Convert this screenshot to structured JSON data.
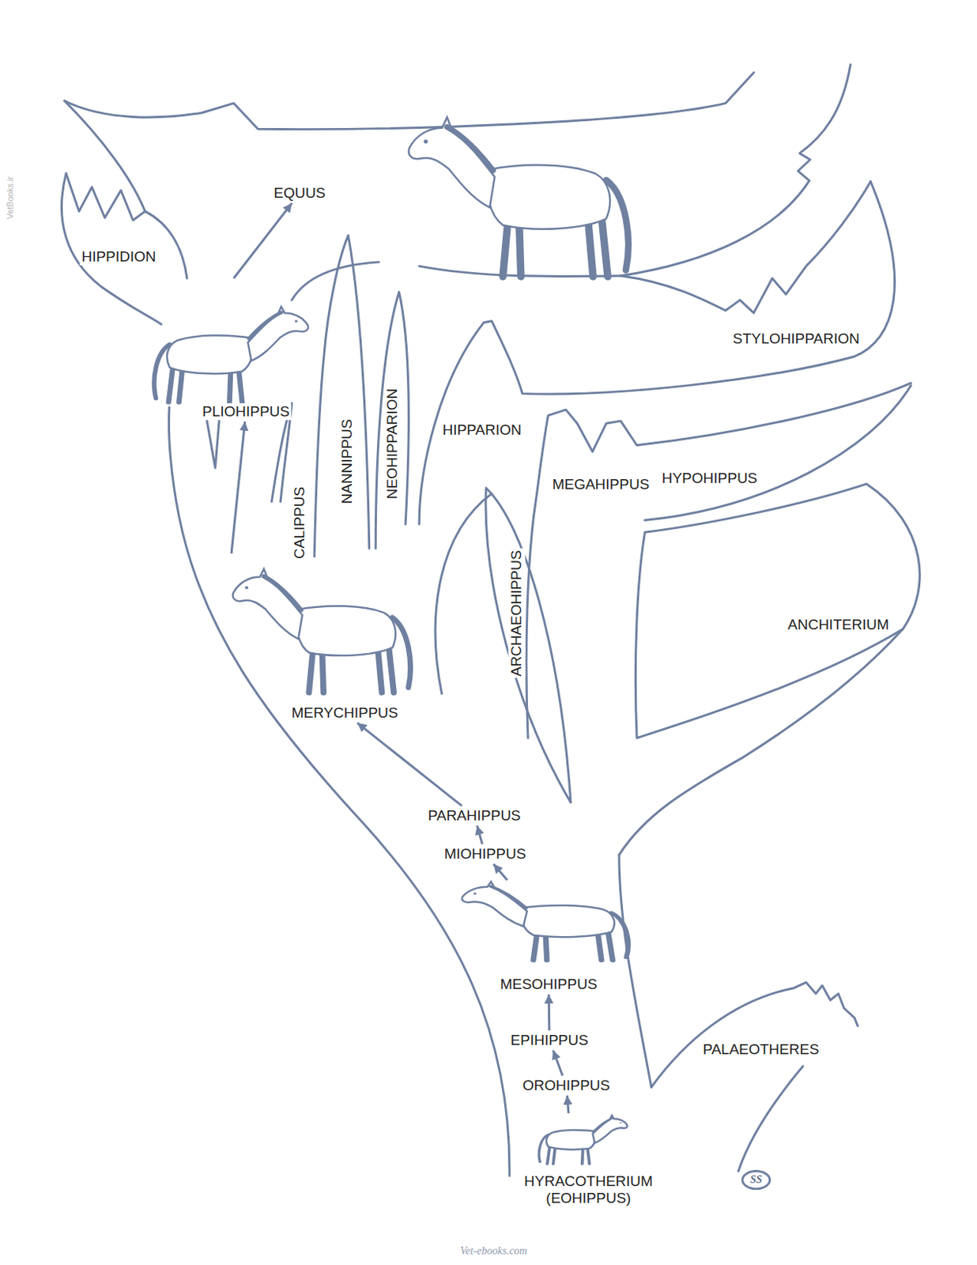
{
  "diagram": {
    "nodes": [
      {
        "text": [
          "EQUUS"
        ]
      },
      {
        "text": [
          "HIPPIDION"
        ]
      },
      {
        "text": [
          "STYLOHIPPARION"
        ]
      },
      {
        "text": [
          "PLIOHIPPUS"
        ]
      },
      {
        "text": [
          "HIPPARION"
        ]
      },
      {
        "text": [
          "NANNIPPUS"
        ]
      },
      {
        "text": [
          "NEOHIPPARION"
        ]
      },
      {
        "text": [
          "MEGAHIPPUS"
        ]
      },
      {
        "text": [
          "HYPOHIPPUS"
        ]
      },
      {
        "text": [
          "CALIPPUS"
        ]
      },
      {
        "text": [
          "ARCHAEOHIPPUS"
        ]
      },
      {
        "text": [
          "ANCHITERIUM"
        ]
      },
      {
        "text": [
          "MERYCHIPPUS"
        ]
      },
      {
        "text": [
          "PARAHIPPUS"
        ]
      },
      {
        "text": [
          "MIOHIPPUS"
        ]
      },
      {
        "text": [
          "MESOHIPPUS"
        ]
      },
      {
        "text": [
          "PALAEOTHERES"
        ]
      },
      {
        "text": [
          "EPIHIPPUS"
        ]
      },
      {
        "text": [
          "OROHIPPUS"
        ]
      },
      {
        "text": [
          "HYRACOTHERIUM (EOHIPPUS)"
        ]
      }
    ],
    "edges": [
      {
        "from": 19,
        "to": 18,
        "arrow": "to"
      },
      {
        "from": 18,
        "to": 17,
        "arrow": "to"
      },
      {
        "from": 17,
        "to": 15,
        "arrow": "to"
      },
      {
        "from": 15,
        "to": 14,
        "arrow": "to"
      },
      {
        "from": 14,
        "to": 13,
        "arrow": "to"
      },
      {
        "from": 13,
        "to": 12,
        "arrow": "to"
      },
      {
        "from": 12,
        "to": 3,
        "arrow": "to"
      },
      {
        "from": 3,
        "to": 0,
        "arrow": "to"
      }
    ],
    "labels": [
      "Vet-ebooks.com",
      "VetBooks.ir",
      "SS"
    ]
  }
}
